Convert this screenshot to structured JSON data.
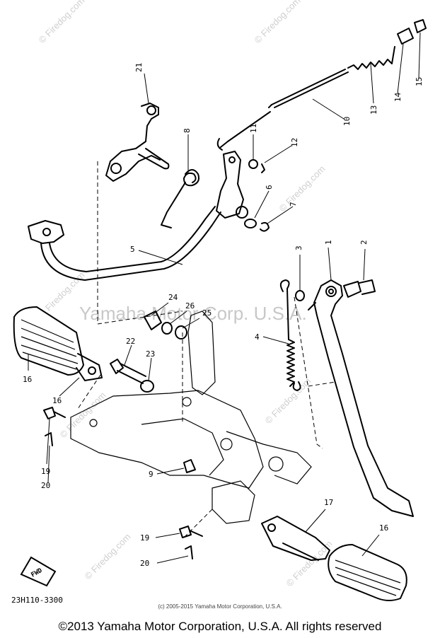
{
  "watermarks": {
    "main": "Yamaha Motor Corp. U.S.A.",
    "site": "Firedog.com",
    "site_short": "© Firedog.com"
  },
  "callouts": {
    "c1": "1",
    "c2": "2",
    "c3": "3",
    "c4": "4",
    "c5": "5",
    "c6": "6",
    "c7": "7",
    "c8": "8",
    "c9": "9",
    "c10": "10",
    "c11": "11",
    "c12": "12",
    "c13": "13",
    "c14": "14",
    "c15": "15",
    "c16a": "16",
    "c16b": "16",
    "c16c": "16",
    "c17": "17",
    "c19a": "19",
    "c19b": "19",
    "c20a": "20",
    "c20b": "20",
    "c21": "21",
    "c22": "22",
    "c23": "23",
    "c24": "24",
    "c25": "25",
    "c26": "26"
  },
  "diagram_code": "23H110-3300",
  "fwd_label": "FWD",
  "copyright_small": "(c) 2005-2015 Yamaha Motor Corporation, U.S.A.",
  "copyright": "©2013 Yamaha Motor Corporation, U.S.A. All rights reserved"
}
